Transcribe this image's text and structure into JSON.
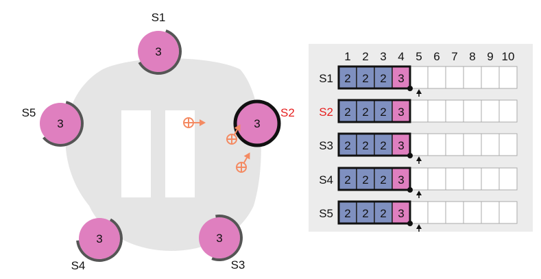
{
  "cluster": {
    "servers": [
      {
        "id": "S1",
        "term": "3",
        "role": "follower"
      },
      {
        "id": "S2",
        "term": "3",
        "role": "leader"
      },
      {
        "id": "S3",
        "term": "3",
        "role": "follower"
      },
      {
        "id": "S4",
        "term": "3",
        "role": "follower"
      },
      {
        "id": "S5",
        "term": "3",
        "role": "follower"
      }
    ]
  },
  "log_table": {
    "indices": [
      "1",
      "2",
      "3",
      "4",
      "5",
      "6",
      "7",
      "8",
      "9",
      "10"
    ],
    "rows": [
      {
        "server": "S1",
        "entries": [
          "2",
          "2",
          "2",
          "3"
        ]
      },
      {
        "server": "S2",
        "entries": [
          "2",
          "2",
          "2",
          "3"
        ]
      },
      {
        "server": "S3",
        "entries": [
          "2",
          "2",
          "2",
          "3"
        ]
      },
      {
        "server": "S4",
        "entries": [
          "2",
          "2",
          "2",
          "3"
        ]
      },
      {
        "server": "S5",
        "entries": [
          "2",
          "2",
          "2",
          "3"
        ]
      }
    ]
  },
  "colors": {
    "server_fill": "#df7fbf",
    "entry_term2": "#7f90c0",
    "entry_term3": "#df7fbf",
    "leader_label": "#e61e1e",
    "message": "#f48a62",
    "background_panel": "#e5e5e5",
    "table_panel": "#ececec"
  },
  "icons": {
    "message": "circle-plus-arrow-icon",
    "next_index": "up-arrow-icon",
    "commit_index": "dot-icon"
  }
}
